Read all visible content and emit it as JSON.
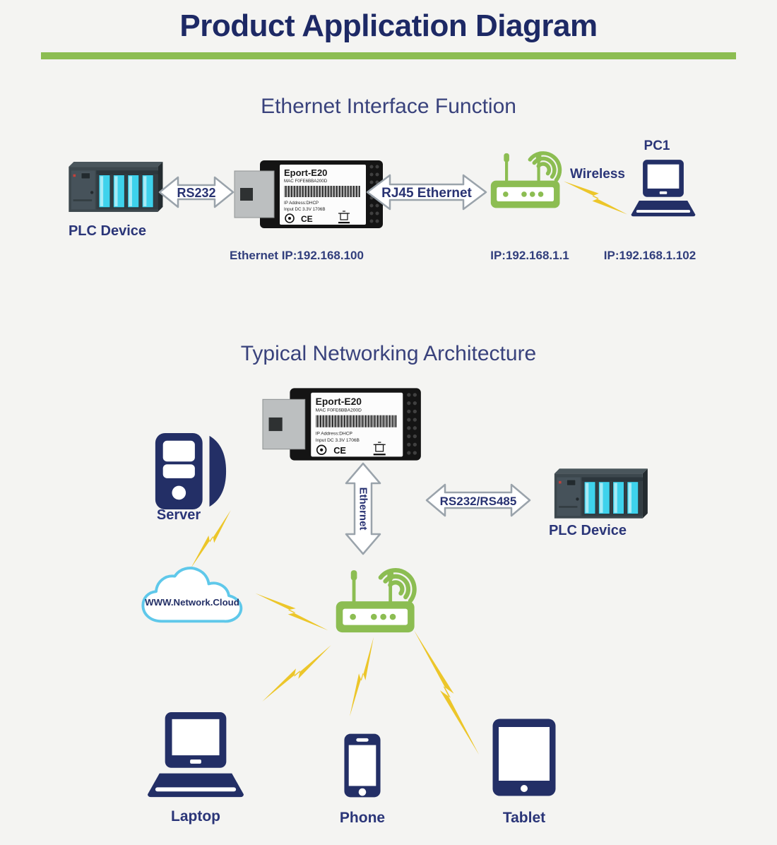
{
  "title": "Product Application Diagram",
  "colors": {
    "navy": "#232f66",
    "green": "#8cbd52",
    "yellow": "#ecc62a",
    "cloud_blue": "#5fc8ea",
    "cyan": "#41d2ec",
    "background": "#f4f4f2"
  },
  "icons": {
    "plc-icon": "svg-shape",
    "eport-module-icon": "svg-shape",
    "router-icon": "svg-shape",
    "wifi-signal-icon": "svg-arcs",
    "laptop-icon": "svg-shape",
    "server-icon": "svg-shape",
    "cloud-icon": "svg-shape",
    "phone-icon": "svg-shape",
    "tablet-icon": "svg-shape",
    "lightning-icon": "svg-bolt",
    "double-arrow-icon": "svg-arrow"
  },
  "module": {
    "name": "Eport-E20",
    "mac": "MAC F0FE6BBA200D",
    "ip_line": "IP Address:DHCP",
    "input_line": "Input DC 3.3V   1706B",
    "ce_mark": "CE"
  },
  "section1": {
    "heading": "Ethernet Interface Function",
    "plc_label": "PLC Device",
    "rs232_arrow": "RS232",
    "rj45_arrow": "RJ45 Ethernet",
    "wireless_label": "Wireless",
    "pc_label": "PC1",
    "module_ip_caption": "Ethernet IP:192.168.100",
    "router_ip_caption": "IP:192.168.1.1",
    "pc_ip_caption": "IP:192.168.1.102"
  },
  "section2": {
    "heading": "Typical Networking Architecture",
    "server_label": "Server",
    "ethernet_arrow": "Ethernet",
    "serial_arrow": "RS232/RS485",
    "plc_label": "PLC Device",
    "cloud_label": "WWW.Network.Cloud",
    "laptop_label": "Laptop",
    "phone_label": "Phone",
    "tablet_label": "Tablet"
  }
}
